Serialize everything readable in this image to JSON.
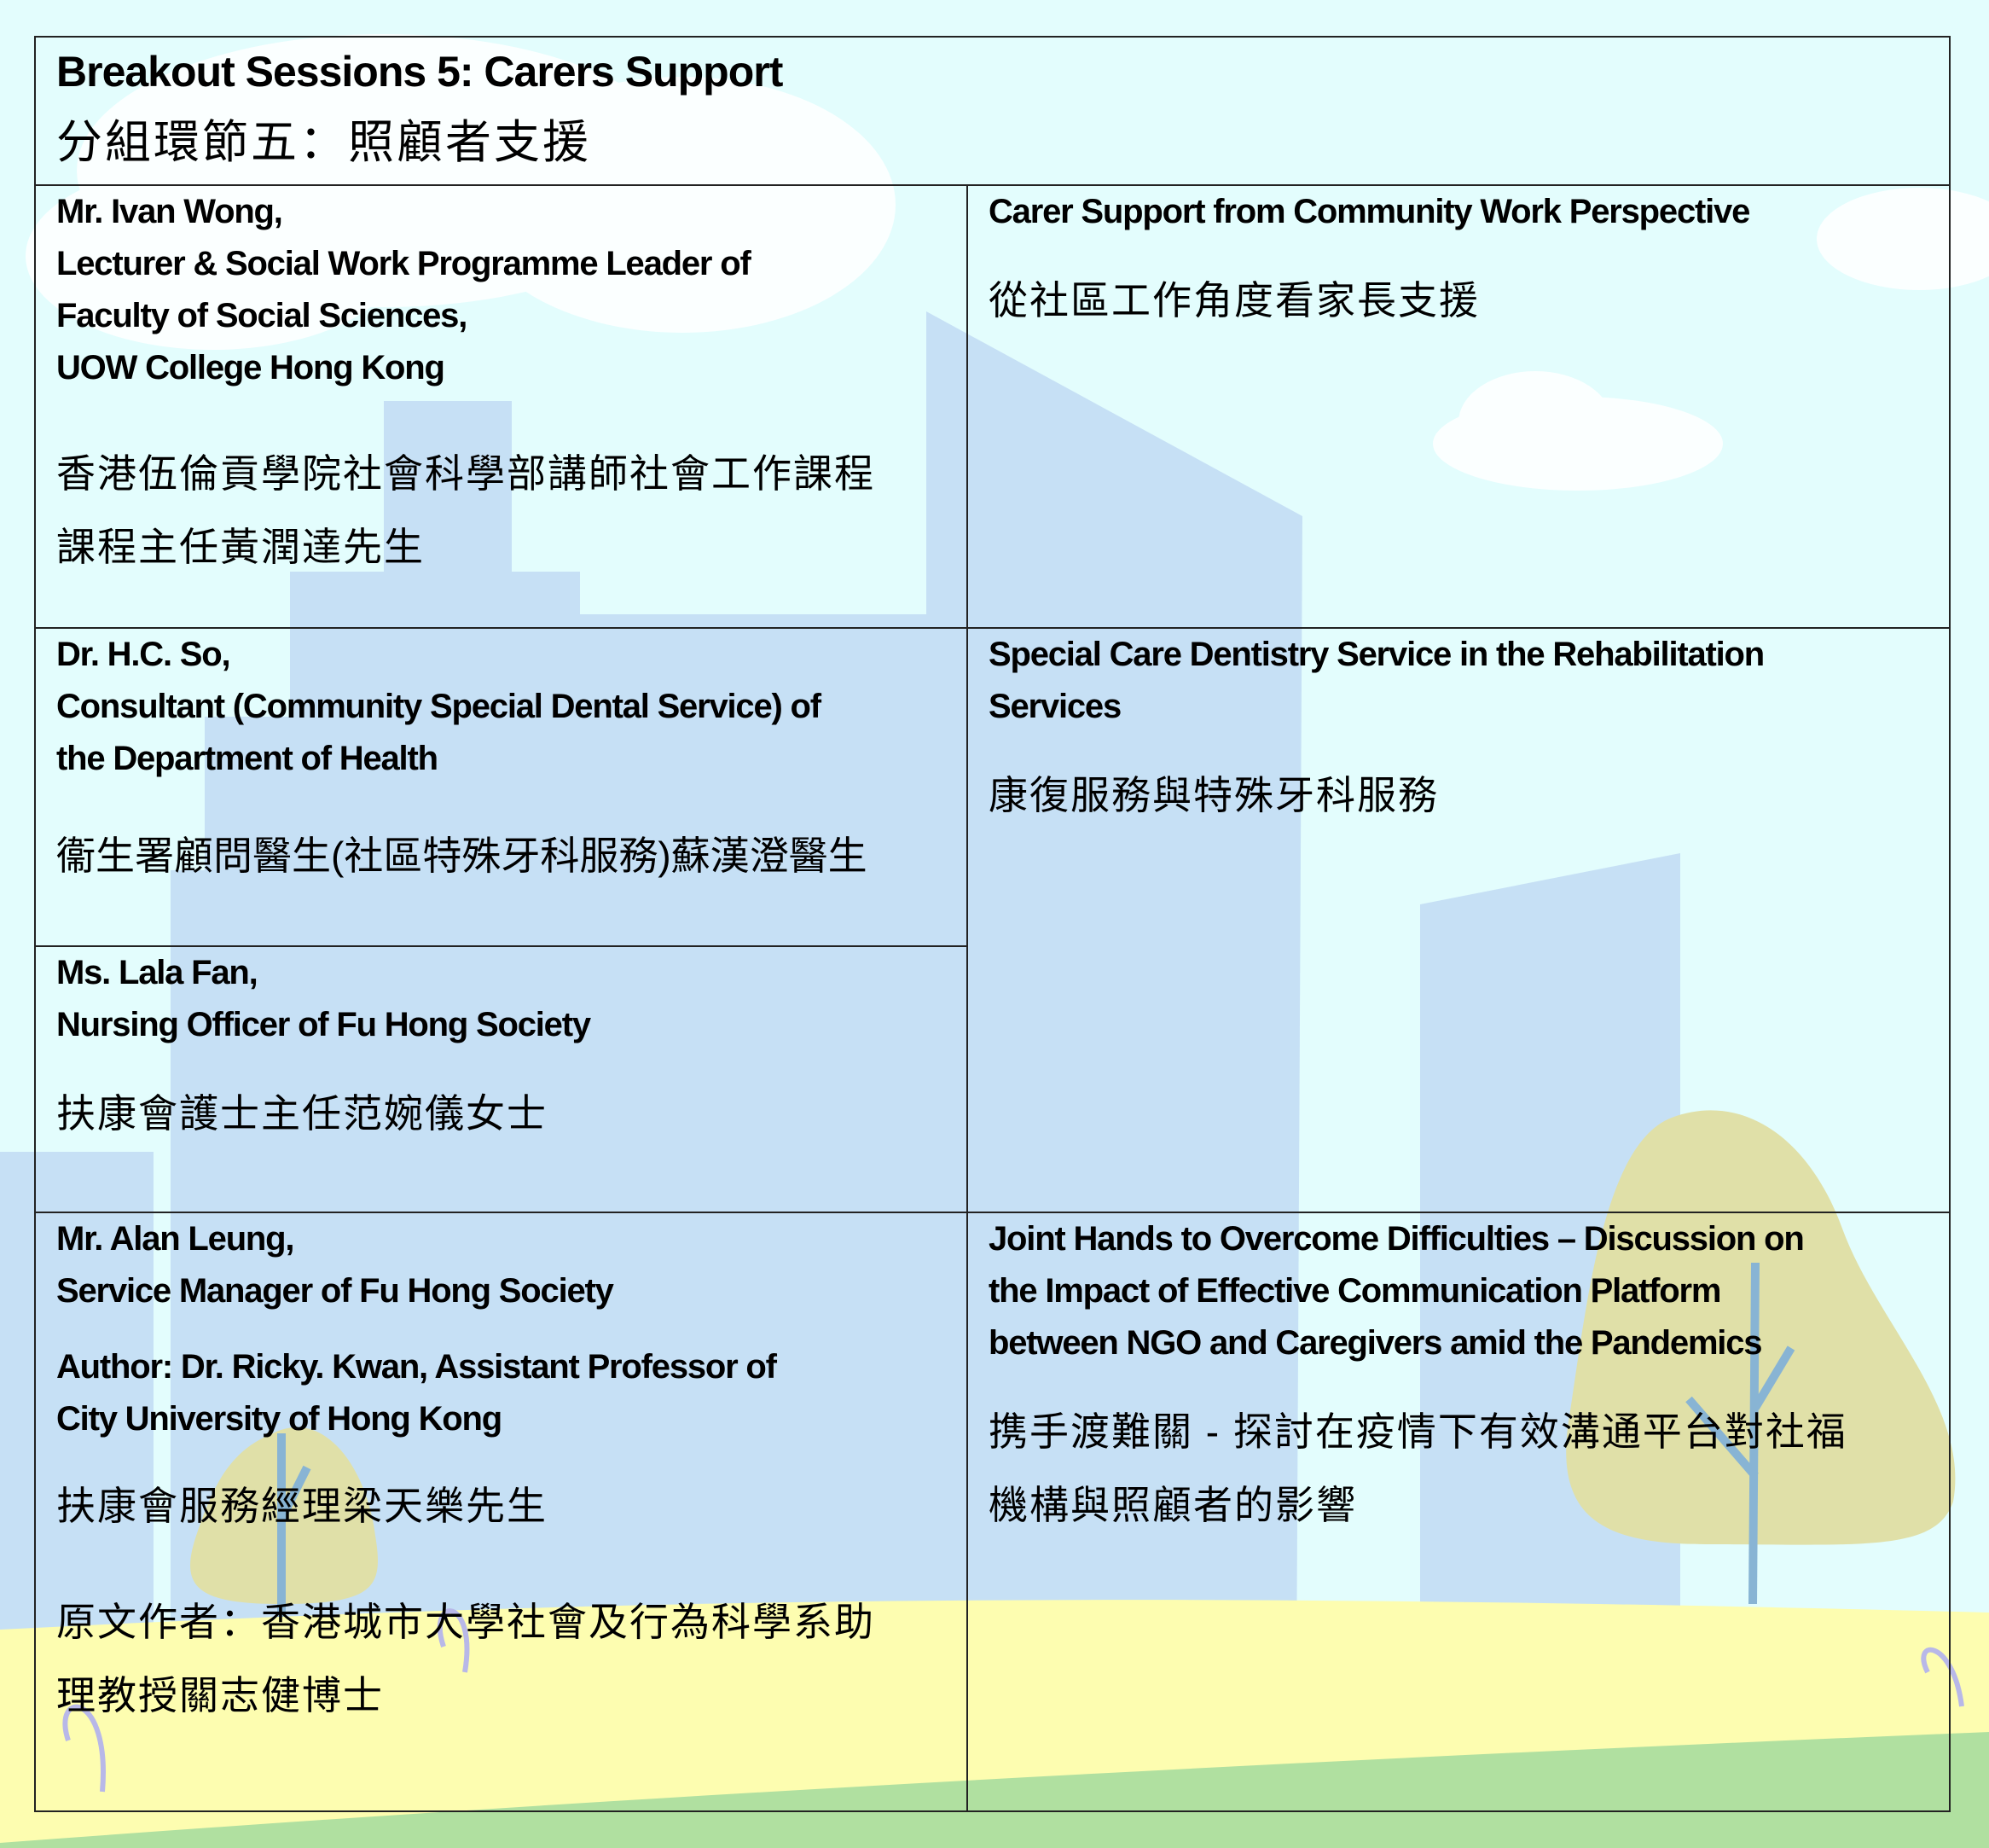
{
  "header": {
    "title_en": "Breakout Sessions 5: Carers Support",
    "title_zh": "分組環節五：照顧者支援"
  },
  "rows": [
    {
      "speaker": [
        "Mr. Ivan Wong,",
        "Lecturer & Social Work Programme Leader of",
        "Faculty of Social Sciences,",
        "UOW College Hong Kong"
      ],
      "speaker_zh": [
        "香港伍倫貢學院社會科學部講師社會工作課程",
        "課程主任黃潤達先生"
      ],
      "topic": [
        "Carer Support from Community Work Perspective"
      ],
      "topic_zh": [
        "從社區工作角度看家長支援"
      ]
    },
    {
      "speaker": [
        "Dr. H.C. So,",
        "Consultant (Community Special Dental Service) of",
        "the Department of Health"
      ],
      "speaker_zh": [
        "衞生署顧問醫生(社區特殊牙科服務)蘇漢澄醫生"
      ],
      "topic": [
        "Special Care Dentistry Service in the Rehabilitation",
        "Services"
      ],
      "topic_zh": [
        "康復服務與特殊牙科服務"
      ]
    },
    {
      "speaker": [
        "Ms. Lala Fan,",
        "Nursing Officer of Fu Hong Society"
      ],
      "speaker_zh": [
        "扶康會護士主任范婉儀女士"
      ]
    },
    {
      "speaker": [
        "Mr. Alan Leung,",
        "Service Manager of Fu Hong Society"
      ],
      "author": [
        "Author: Dr. Ricky. Kwan, Assistant Professor of",
        "City University of Hong Kong"
      ],
      "speaker_zh": [
        "扶康會服務經理梁天樂先生"
      ],
      "author_zh": [
        "原文作者：香港城市大學社會及行為科學系助",
        "理教授關志健博士"
      ],
      "topic": [
        "Joint Hands to Overcome Difficulties – Discussion on",
        "the Impact of Effective Communication Platform",
        "between NGO and Caregivers amid the Pandemics"
      ],
      "topic_zh": [
        "携手渡難關 - 探討在疫情下有效溝通平台對社福",
        "機構與照顧者的影響"
      ]
    }
  ],
  "colors": {
    "sky": "#e3fdfd",
    "building": "#c6e0f5",
    "cloud": "#ffffff",
    "ground_yellow": "#fdfdb0",
    "ground_green": "#b0e0a0",
    "tree": "#e0e0a8"
  }
}
